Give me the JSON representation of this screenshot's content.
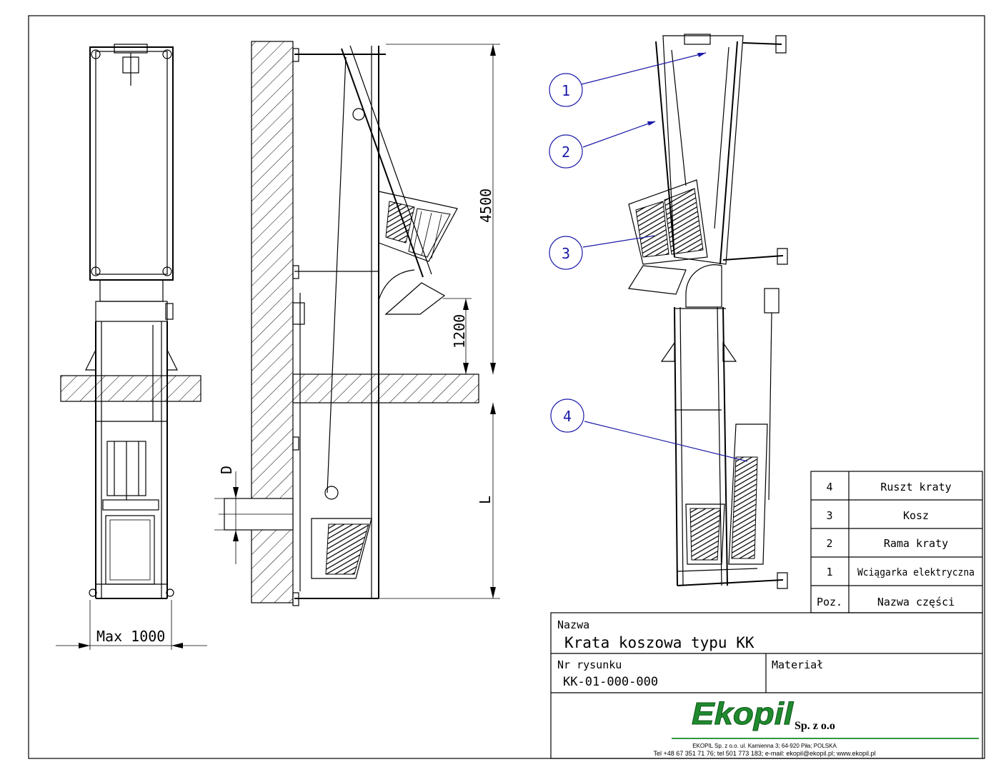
{
  "dimensions": {
    "max_width": "Max 1000",
    "height_total": "4500",
    "height_upper": "1200",
    "depth": "D",
    "length": "L"
  },
  "callouts": [
    "1",
    "2",
    "3",
    "4"
  ],
  "parts_table": {
    "header": {
      "pos": "Poz.",
      "name": "Nazwa części"
    },
    "rows": [
      {
        "pos": "4",
        "name": "Ruszt kraty"
      },
      {
        "pos": "3",
        "name": "Kosz"
      },
      {
        "pos": "2",
        "name": "Rama kraty"
      },
      {
        "pos": "1",
        "name": "Wciągarka elektryczna"
      }
    ]
  },
  "title_block": {
    "name_label": "Nazwa",
    "name_value": "Krata koszowa typu KK",
    "drawing_no_label": "Nr rysunku",
    "drawing_no_value": "KK-01-000-000",
    "material_label": "Materiał",
    "company_logo": "Ekopil",
    "company_suffix": "Sp. z o.o",
    "address_line": "EKOPIL Sp. z o.o. ul. Kamienna 3; 64-920 Piła; POLSKA",
    "contact_line": "Tel +48 67 351 71 76; tel 501 773 183; e-mail: ekopil@ekopil.pl; www.ekopil.pl"
  },
  "colors": {
    "callout": "#1a1aa8",
    "logo": "#1f8a2e",
    "rule": "#2e9b3c"
  }
}
